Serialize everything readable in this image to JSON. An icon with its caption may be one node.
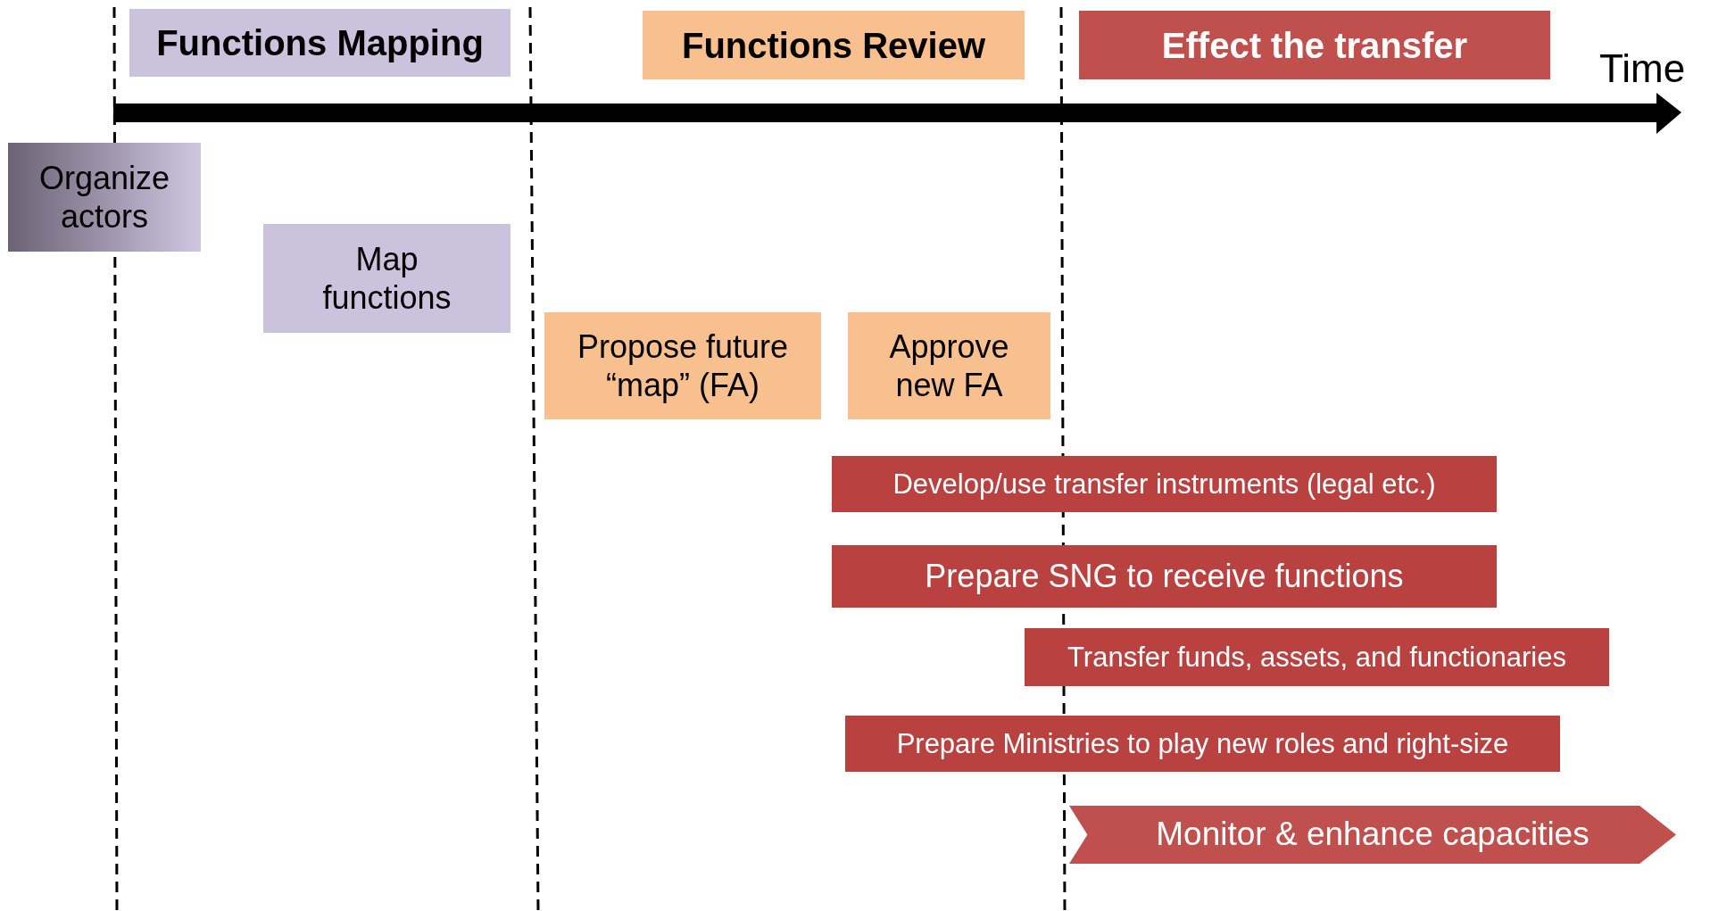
{
  "diagram": {
    "nodes": [
      {
        "text": [
          "Functions Mapping"
        ]
      },
      {
        "text": [
          "Functions Review"
        ]
      },
      {
        "text": [
          "Effect the transfer"
        ]
      },
      {
        "text": [
          "Organize actors"
        ]
      },
      {
        "text": [
          "Map functions"
        ]
      },
      {
        "text": [
          "Propose future “map” (FA)"
        ]
      },
      {
        "text": [
          "Approve new FA"
        ]
      },
      {
        "text": [
          "Develop/use transfer instruments (legal etc.)"
        ]
      },
      {
        "text": [
          "Prepare SNG to receive functions"
        ]
      },
      {
        "text": [
          "Transfer funds, assets, and functionaries"
        ]
      },
      {
        "text": [
          "Prepare Ministries to play new roles and right-size"
        ]
      },
      {
        "text": [
          "Monitor & enhance capacities"
        ]
      }
    ],
    "labels": [
      "Time"
    ]
  }
}
